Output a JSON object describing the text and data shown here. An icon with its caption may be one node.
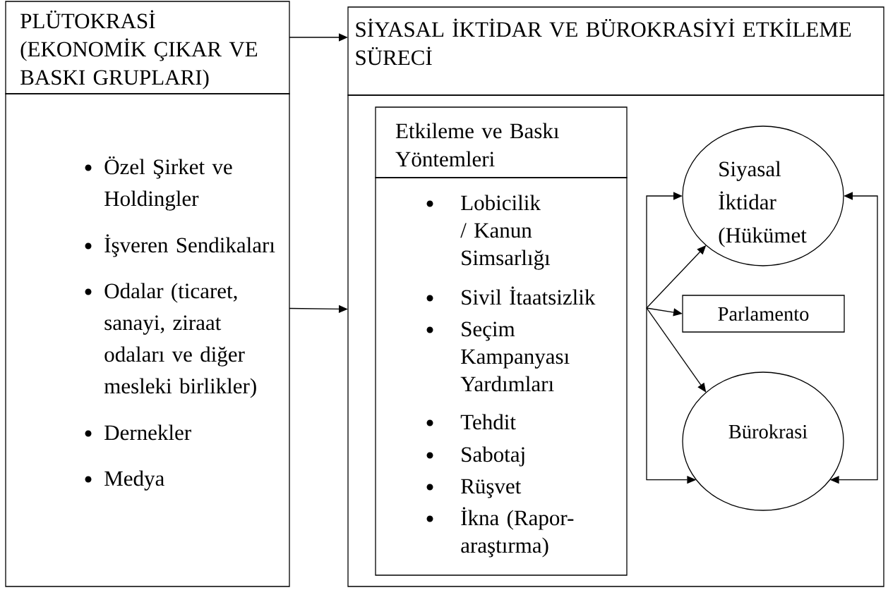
{
  "diagram": {
    "nodes": [
      {
        "text": [
          "PLÜTOKRASİ (EKONOMİK ÇIKAR VE BASKI GRUPLARI)"
        ]
      },
      {
        "text": [
          "Özel Şirket ve Holdingler",
          "İşveren Sendikaları",
          "Odalar (ticaret, sanayi, ziraat odaları ve diğer mesleki birlikler)",
          "Dernekler",
          "Medya"
        ]
      },
      {
        "text": [
          "SİYASAL İKTİDAR VE BÜROKRASİYİ ETKİLEME SÜRECİ"
        ]
      },
      {
        "text": [],
        "shape": "box"
      },
      {
        "text": [
          "Etkileme ve Baskı Yöntemleri"
        ],
        "in": 3
      },
      {
        "text": [
          "Lobicilik / Kanun Simsarlığı",
          "Sivil İtaatsizlik",
          "Seçim Kampanyası Yardımları",
          "Tehdit",
          "Sabotaj",
          "Rüşvet",
          "İkna (Rapor-araştırma)"
        ],
        "in": 3
      },
      {
        "text": [
          "Siyasal İktidar (Hükümet"
        ],
        "in": 3
      },
      {
        "text": [
          "Parlamento"
        ],
        "in": 3
      },
      {
        "text": [
          "Bürokrasi"
        ],
        "in": 3
      }
    ],
    "edges": [
      {
        "from": 0,
        "to": 2,
        "arrow": "to"
      },
      {
        "from": 1,
        "to": 3,
        "arrow": "to"
      },
      {
        "from": 6,
        "to": 8,
        "arrow": "both"
      },
      {
        "from": 6,
        "to": 8,
        "arrow": "both"
      },
      {
        "from": null,
        "to": 6,
        "arrow": "to"
      },
      {
        "from": null,
        "to": 7,
        "arrow": "to"
      },
      {
        "from": null,
        "to": 8,
        "arrow": "to"
      }
    ]
  }
}
